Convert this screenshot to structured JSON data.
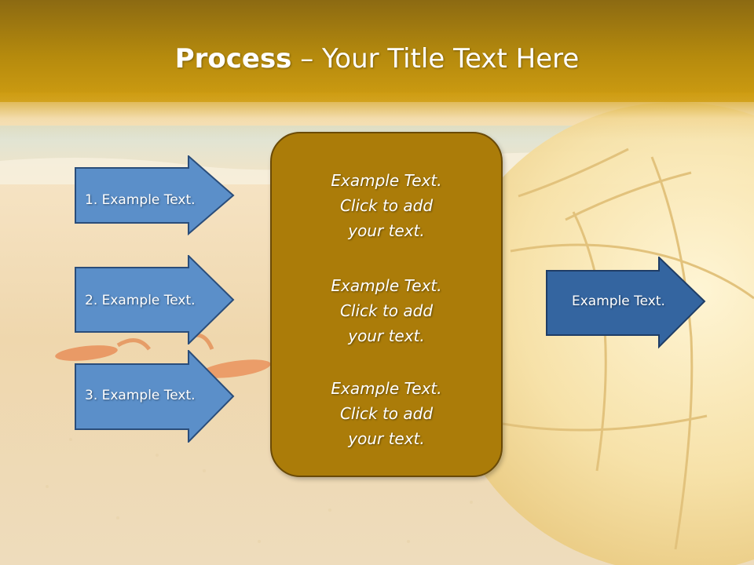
{
  "title": {
    "bold": "Process",
    "rest": " – Your Title Text Here"
  },
  "left_arrows": [
    {
      "label": "1. Example Text."
    },
    {
      "label": "2. Example Text."
    },
    {
      "label": "3. Example Text."
    }
  ],
  "center_box": {
    "blocks": [
      {
        "lines": [
          "Example Text.",
          "Click  to add",
          "your text."
        ]
      },
      {
        "lines": [
          "Example Text.",
          "Click  to add",
          "your text."
        ]
      },
      {
        "lines": [
          "Example Text.",
          "Click  to add",
          "your text."
        ]
      }
    ]
  },
  "right_arrow": {
    "label": "Example Text."
  },
  "colors": {
    "title_bar": "#b58a0d",
    "left_arrow_fill": "#5b8fc9",
    "right_arrow_fill": "#3465a0",
    "arrow_border": "#2a4d7a",
    "center_box_fill": "#ab7c09"
  }
}
